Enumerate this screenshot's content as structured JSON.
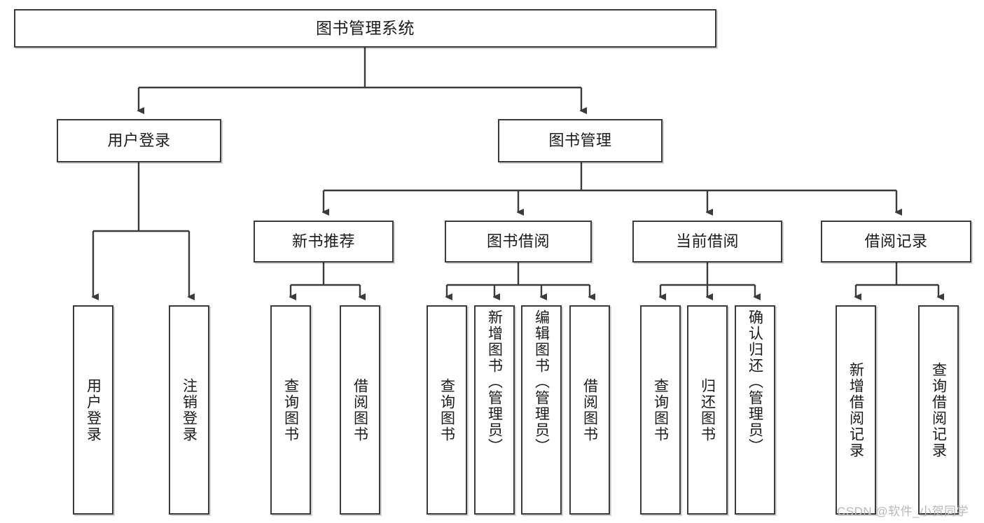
{
  "diagram": {
    "type": "tree",
    "title": "图书管理系统",
    "watermark": "CSDN @软件_小贺同学",
    "theme": {
      "background": "#ffffff",
      "node_border": "#3b3b3b",
      "node_fill": "#ffffff",
      "text": "#1b1b1b",
      "connector": "#3b3b3b",
      "watermark": "#b9b9b9"
    },
    "levels": {
      "root": {
        "label": "图书管理系统"
      },
      "level2": [
        {
          "label": "用户登录"
        },
        {
          "label": "图书管理"
        }
      ],
      "level3": [
        {
          "label": "新书推荐"
        },
        {
          "label": "图书借阅"
        },
        {
          "label": "当前借阅"
        },
        {
          "label": "借阅记录"
        }
      ],
      "leaves": {
        "user_login": [
          {
            "label": "用户登录"
          },
          {
            "label": "注销登录"
          }
        ],
        "new_book": [
          {
            "label": "查询图书"
          },
          {
            "label": "借阅图书"
          }
        ],
        "book_borrow": [
          {
            "label": "查询图书"
          },
          {
            "label": "新增图书（管理员）"
          },
          {
            "label": "编辑图书（管理员）"
          },
          {
            "label": "借阅图书"
          }
        ],
        "current_borrow": [
          {
            "label": "查询图书"
          },
          {
            "label": "归还图书"
          },
          {
            "label": "确认归还（管理员）"
          }
        ],
        "borrow_record": [
          {
            "label": "新增借阅记录"
          },
          {
            "label": "查询借阅记录"
          }
        ]
      }
    }
  }
}
